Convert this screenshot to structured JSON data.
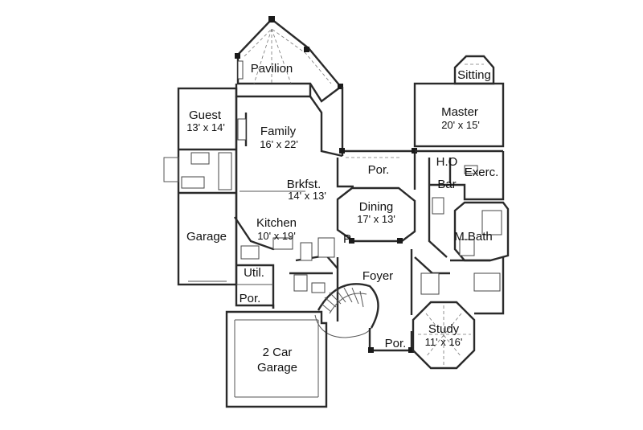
{
  "rooms": {
    "pavilion": {
      "name": "Pavilion"
    },
    "guest": {
      "name": "Guest",
      "dims": "13' x 14'"
    },
    "family": {
      "name": "Family",
      "dims": "16' x 22'"
    },
    "brkfst": {
      "name": "Brkfst.",
      "dims": "14' x 13'"
    },
    "kitchen": {
      "name": "Kitchen",
      "dims": "10' x 19'"
    },
    "garage": {
      "name": "Garage"
    },
    "util": {
      "name": "Util."
    },
    "por_left": {
      "name": "Por."
    },
    "por_top": {
      "name": "Por."
    },
    "por_bottom": {
      "name": "Por."
    },
    "p_small": {
      "name": "P"
    },
    "dining": {
      "name": "Dining",
      "dims": "17' x 13'"
    },
    "foyer": {
      "name": "Foyer"
    },
    "sitting": {
      "name": "Sitting"
    },
    "master": {
      "name": "Master",
      "dims": "20' x 15'"
    },
    "ho": {
      "name": "H.O"
    },
    "exerc": {
      "name": "Exerc."
    },
    "bar": {
      "name": "Bar"
    },
    "mbath": {
      "name": "M.Bath"
    },
    "study": {
      "name": "Study",
      "dims": "11' x 16'"
    },
    "car_garage": {
      "name": "2 Car",
      "name2": "Garage"
    }
  }
}
